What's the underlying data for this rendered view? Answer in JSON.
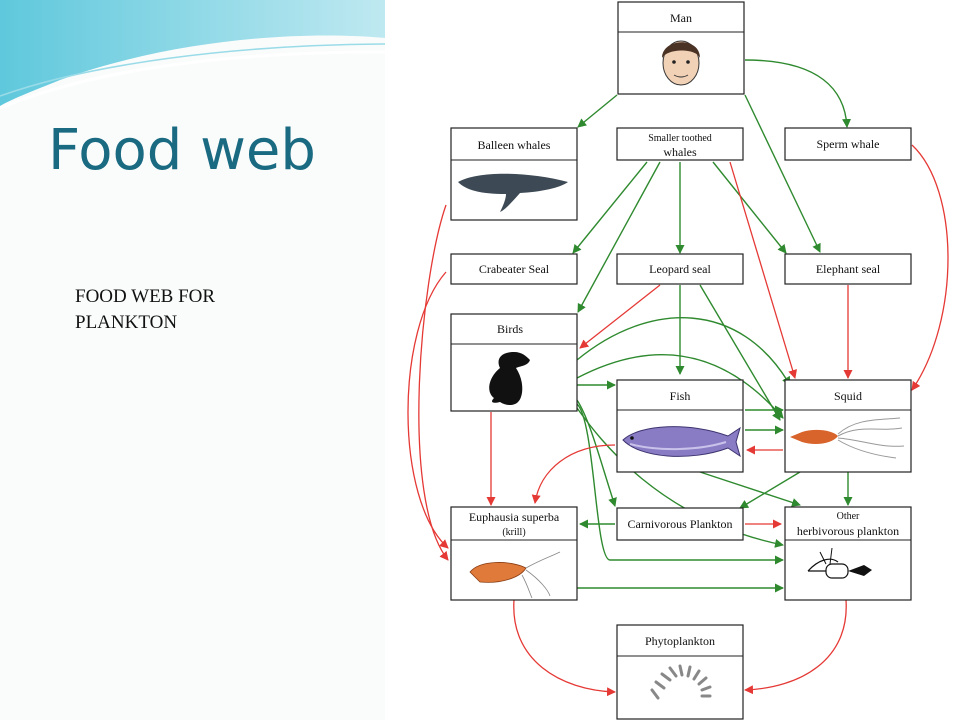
{
  "slide": {
    "title": "Food web",
    "subtitle_line1": "FOOD WEB FOR",
    "subtitle_line2": "PLANKTON"
  },
  "diagram": {
    "nodes": {
      "man": "Man",
      "baleen": "Balleen whales",
      "toothed_line1": "Smaller toothed",
      "toothed_line2": "whales",
      "sperm": "Sperm whale",
      "crabeater": "Crabeater Seal",
      "leopard": "Leopard seal",
      "elephant": "Elephant seal",
      "birds": "Birds",
      "fish": "Fish",
      "squid": "Squid",
      "krill_line1": "Euphausia superba",
      "krill_line2": "(krill)",
      "carnivorous": "Carnivorous Plankton",
      "other_line1": "Other",
      "other_line2": "herbivorous plankton",
      "phyto": "Phytoplankton"
    },
    "colors": {
      "green_arrow": "#2f8a2f",
      "red_arrow": "#e53935",
      "title": "#1a6a82"
    }
  }
}
